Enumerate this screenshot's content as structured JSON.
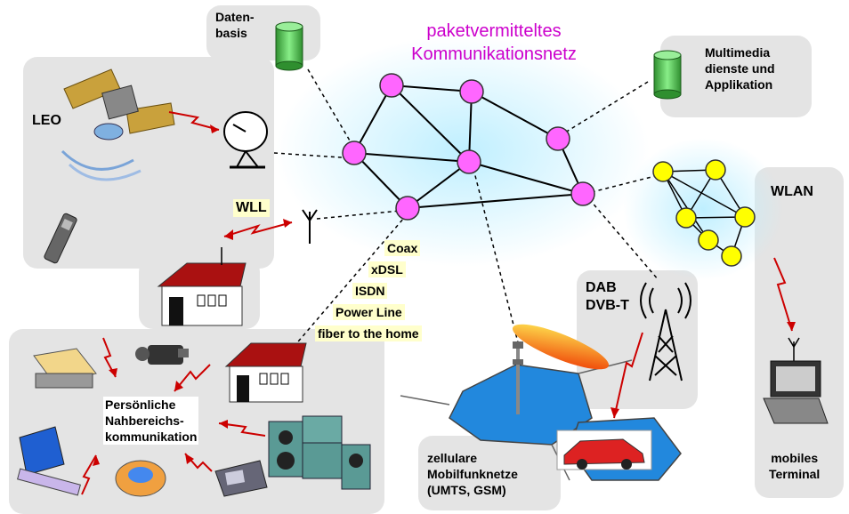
{
  "title_line1": "paketvermitteltes",
  "title_line2": "Kommunikationsnetz",
  "labels": {
    "database": "Daten-\nbasis",
    "multimedia": "Multimedia\ndienste und\nApplikation",
    "leo": "LEO",
    "wll": "WLL",
    "wlan": "WLAN",
    "fixed_access": [
      "Coax",
      "xDSL",
      "ISDN",
      "Power Line",
      "fiber to the home"
    ],
    "broadcast": "DAB\nDVB-T",
    "personal": "Persönliche\nNahbereichs-\nkommunikation",
    "cellular": "zellulare\nMobilfunknetze\n(UMTS, GSM)",
    "mobile_terminal": "mobiles\nTerminal"
  },
  "colors": {
    "node": "#ff66ff",
    "wlan_node": "#ffff00",
    "arrow": "#cc0000",
    "title": "#cc00cc",
    "panel": "#e4e4e4",
    "cell": "#2288dd"
  }
}
